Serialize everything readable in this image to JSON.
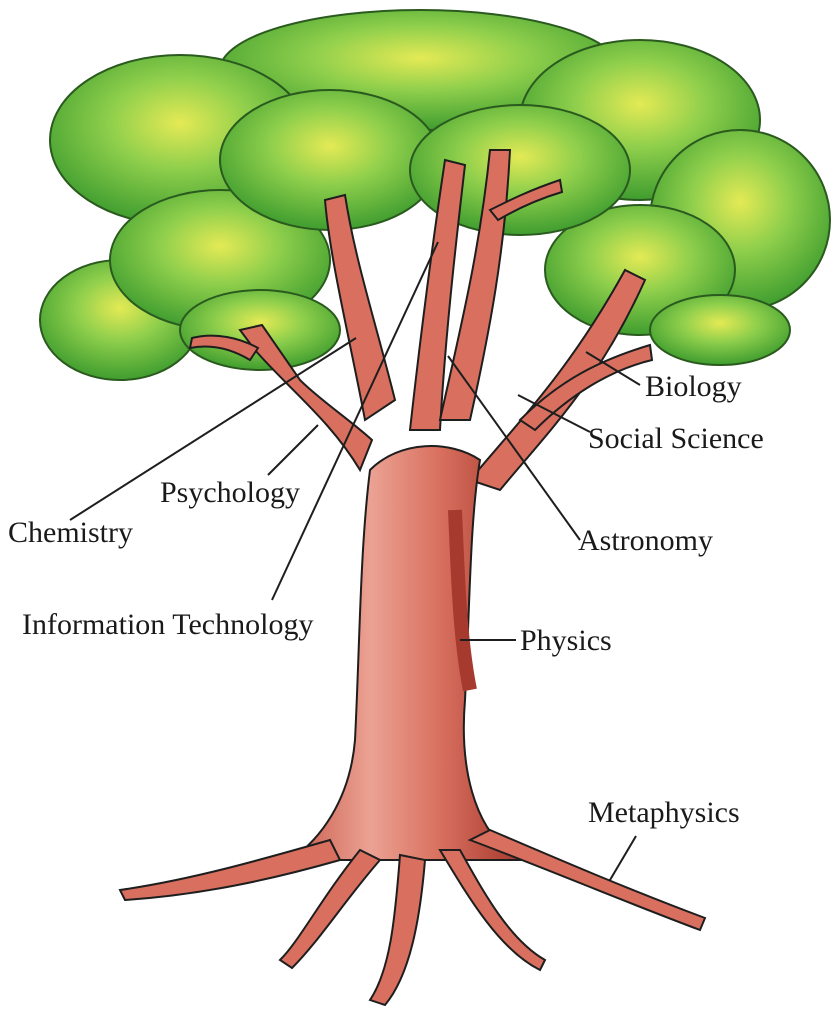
{
  "labels": {
    "biology": "Biology",
    "social_science": "Social Science",
    "psychology": "Psychology",
    "chemistry": "Chemistry",
    "astronomy": "Astronomy",
    "information_technology": "Information Technology",
    "physics": "Physics",
    "metaphysics": "Metaphysics"
  },
  "colors": {
    "foliage_dark": "#3f9d2f",
    "foliage_mid": "#6cc04a",
    "foliage_light": "#d9e64a",
    "trunk": "#d9705f",
    "trunk_light": "#eba293",
    "trunk_dark": "#a63a2e",
    "outline": "#1e1e1e"
  }
}
